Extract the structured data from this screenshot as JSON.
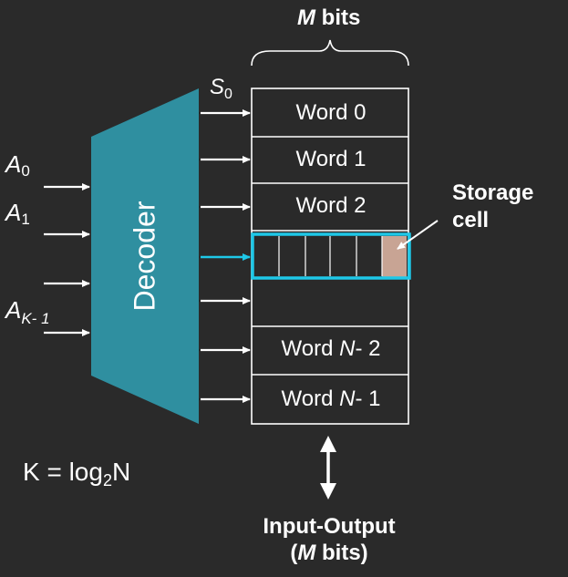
{
  "header": {
    "m": "M",
    "bits": " bits"
  },
  "s0": {
    "main": "S",
    "sub": "0"
  },
  "decoder_label": "Decoder",
  "inputs": [
    {
      "main": "A",
      "sub": "0"
    },
    {
      "main": "A",
      "sub": "1"
    },
    {
      "main": "A",
      "sub": "K- 1"
    }
  ],
  "words": {
    "w0": "Word 0",
    "w1": "Word 1",
    "w2": "Word 2",
    "wn2": {
      "pre": "Word ",
      "n": "N",
      "post": "- 2"
    },
    "wn1": {
      "pre": "Word ",
      "n": "N",
      "post": "- 1"
    }
  },
  "storage_label": {
    "line1": "Storage",
    "line2": "cell"
  },
  "formula": {
    "pre": "K = log",
    "sub": "2",
    "post": "N"
  },
  "io": {
    "line1": "Input-Output",
    "open": "(",
    "m": "M",
    "close": " bits)"
  },
  "colors": {
    "background": "#2a2a2a",
    "decoder_fill": "#2f8fa0",
    "highlight": "#1ec8e8",
    "storage_cell": "#c8a494"
  }
}
